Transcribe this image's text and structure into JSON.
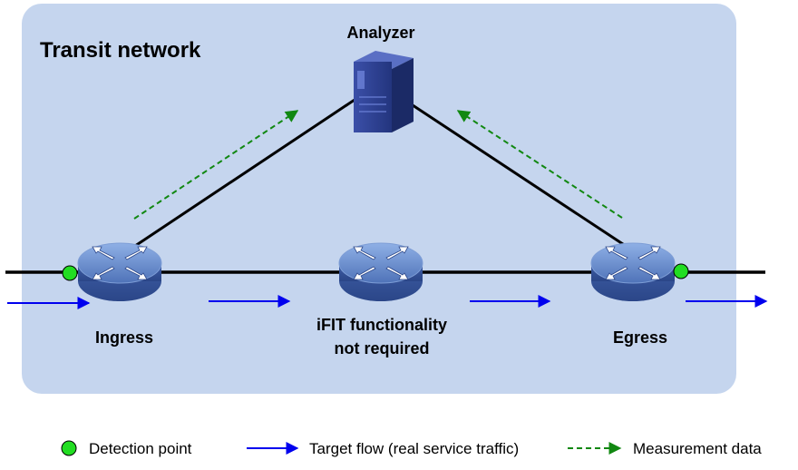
{
  "network": {
    "title": "Transit network",
    "background_color": "#c5d5ee"
  },
  "nodes": {
    "analyzer": {
      "label": "Analyzer",
      "icon": "server-icon"
    },
    "ingress": {
      "label": "Ingress",
      "icon": "router-icon"
    },
    "middle": {
      "label_line1": "iFIT functionality",
      "label_line2": "not required",
      "icon": "router-icon"
    },
    "egress": {
      "label": "Egress",
      "icon": "router-icon"
    }
  },
  "legend": {
    "detection_point": "Detection point",
    "target_flow": "Target flow (real service traffic)",
    "measurement_data": "Measurement data"
  },
  "colors": {
    "detection_point": "#22dd22",
    "target_flow": "#0000ee",
    "measurement_data": "#118811",
    "link": "#000000",
    "router_body": "#5b7fc0",
    "server_body": "#2a3d8f"
  }
}
